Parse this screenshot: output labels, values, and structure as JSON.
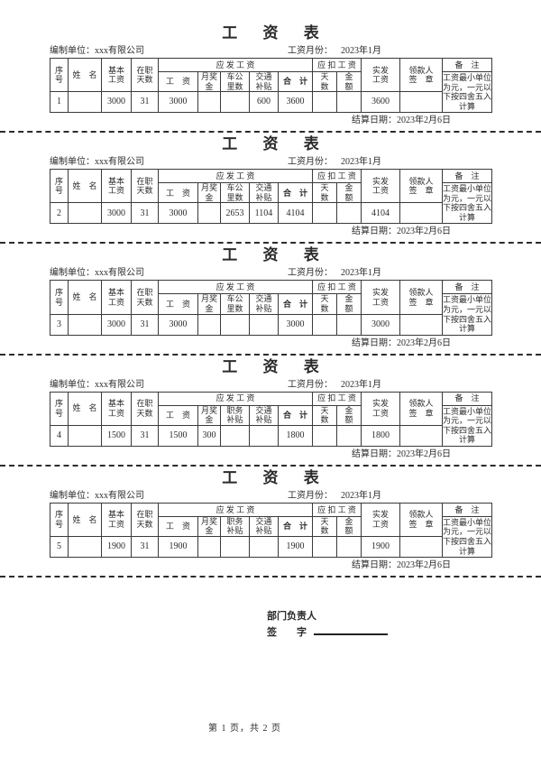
{
  "labels": {
    "title": "工 资 表",
    "unit_label": "编制单位：",
    "unit_value": "xxx有限公司",
    "month_label": "工资月份：",
    "month_value": "2023年1月",
    "settle_label": "结算日期：",
    "settle_value": "2023年2月6日",
    "headers": {
      "seq": "序\n号",
      "name": "姓　名",
      "base_salary": "基本\n工资",
      "days_employed": "在职\n天数",
      "payable_group": "应 发 工 资",
      "salary": "工　资",
      "monthly_bonus": "月奖金",
      "transport_subsidy": "交通\n补贴",
      "total": "合　计",
      "deduct_group": "应 扣 工 资",
      "days": "天　数",
      "amount": "金　额",
      "net_salary": "实发\n工资",
      "payee_sign": "领款人\n签　章",
      "remark": "备　注"
    },
    "remark_note": "工资最小单位为元，一元以下按四舍五入计算"
  },
  "sections": [
    {
      "allowance3_header": "车公\n里数",
      "row": [
        "1",
        "",
        "3000",
        "31",
        "3000",
        "",
        "",
        "600",
        "3600",
        "",
        "",
        "3600",
        ""
      ]
    },
    {
      "allowance3_header": "车公\n里数",
      "row": [
        "2",
        "",
        "3000",
        "31",
        "3000",
        "",
        "2653",
        "1104",
        "4104",
        "",
        "",
        "4104",
        ""
      ]
    },
    {
      "allowance3_header": "车公\n里数",
      "row": [
        "3",
        "",
        "3000",
        "31",
        "3000",
        "",
        "",
        "",
        "3000",
        "",
        "",
        "3000",
        ""
      ]
    },
    {
      "allowance3_header": "职务\n补贴",
      "row": [
        "4",
        "",
        "1500",
        "31",
        "1500",
        "300",
        "",
        "",
        "1800",
        "",
        "",
        "1800",
        ""
      ]
    },
    {
      "allowance3_header": "职务\n补贴",
      "row": [
        "5",
        "",
        "1900",
        "31",
        "1900",
        "",
        "",
        "",
        "1900",
        "",
        "",
        "1900",
        ""
      ]
    }
  ],
  "signature": {
    "line1": "部门负责人",
    "line2": "签　　字"
  },
  "page": {
    "footer": "第 1 页，共 2 页"
  }
}
